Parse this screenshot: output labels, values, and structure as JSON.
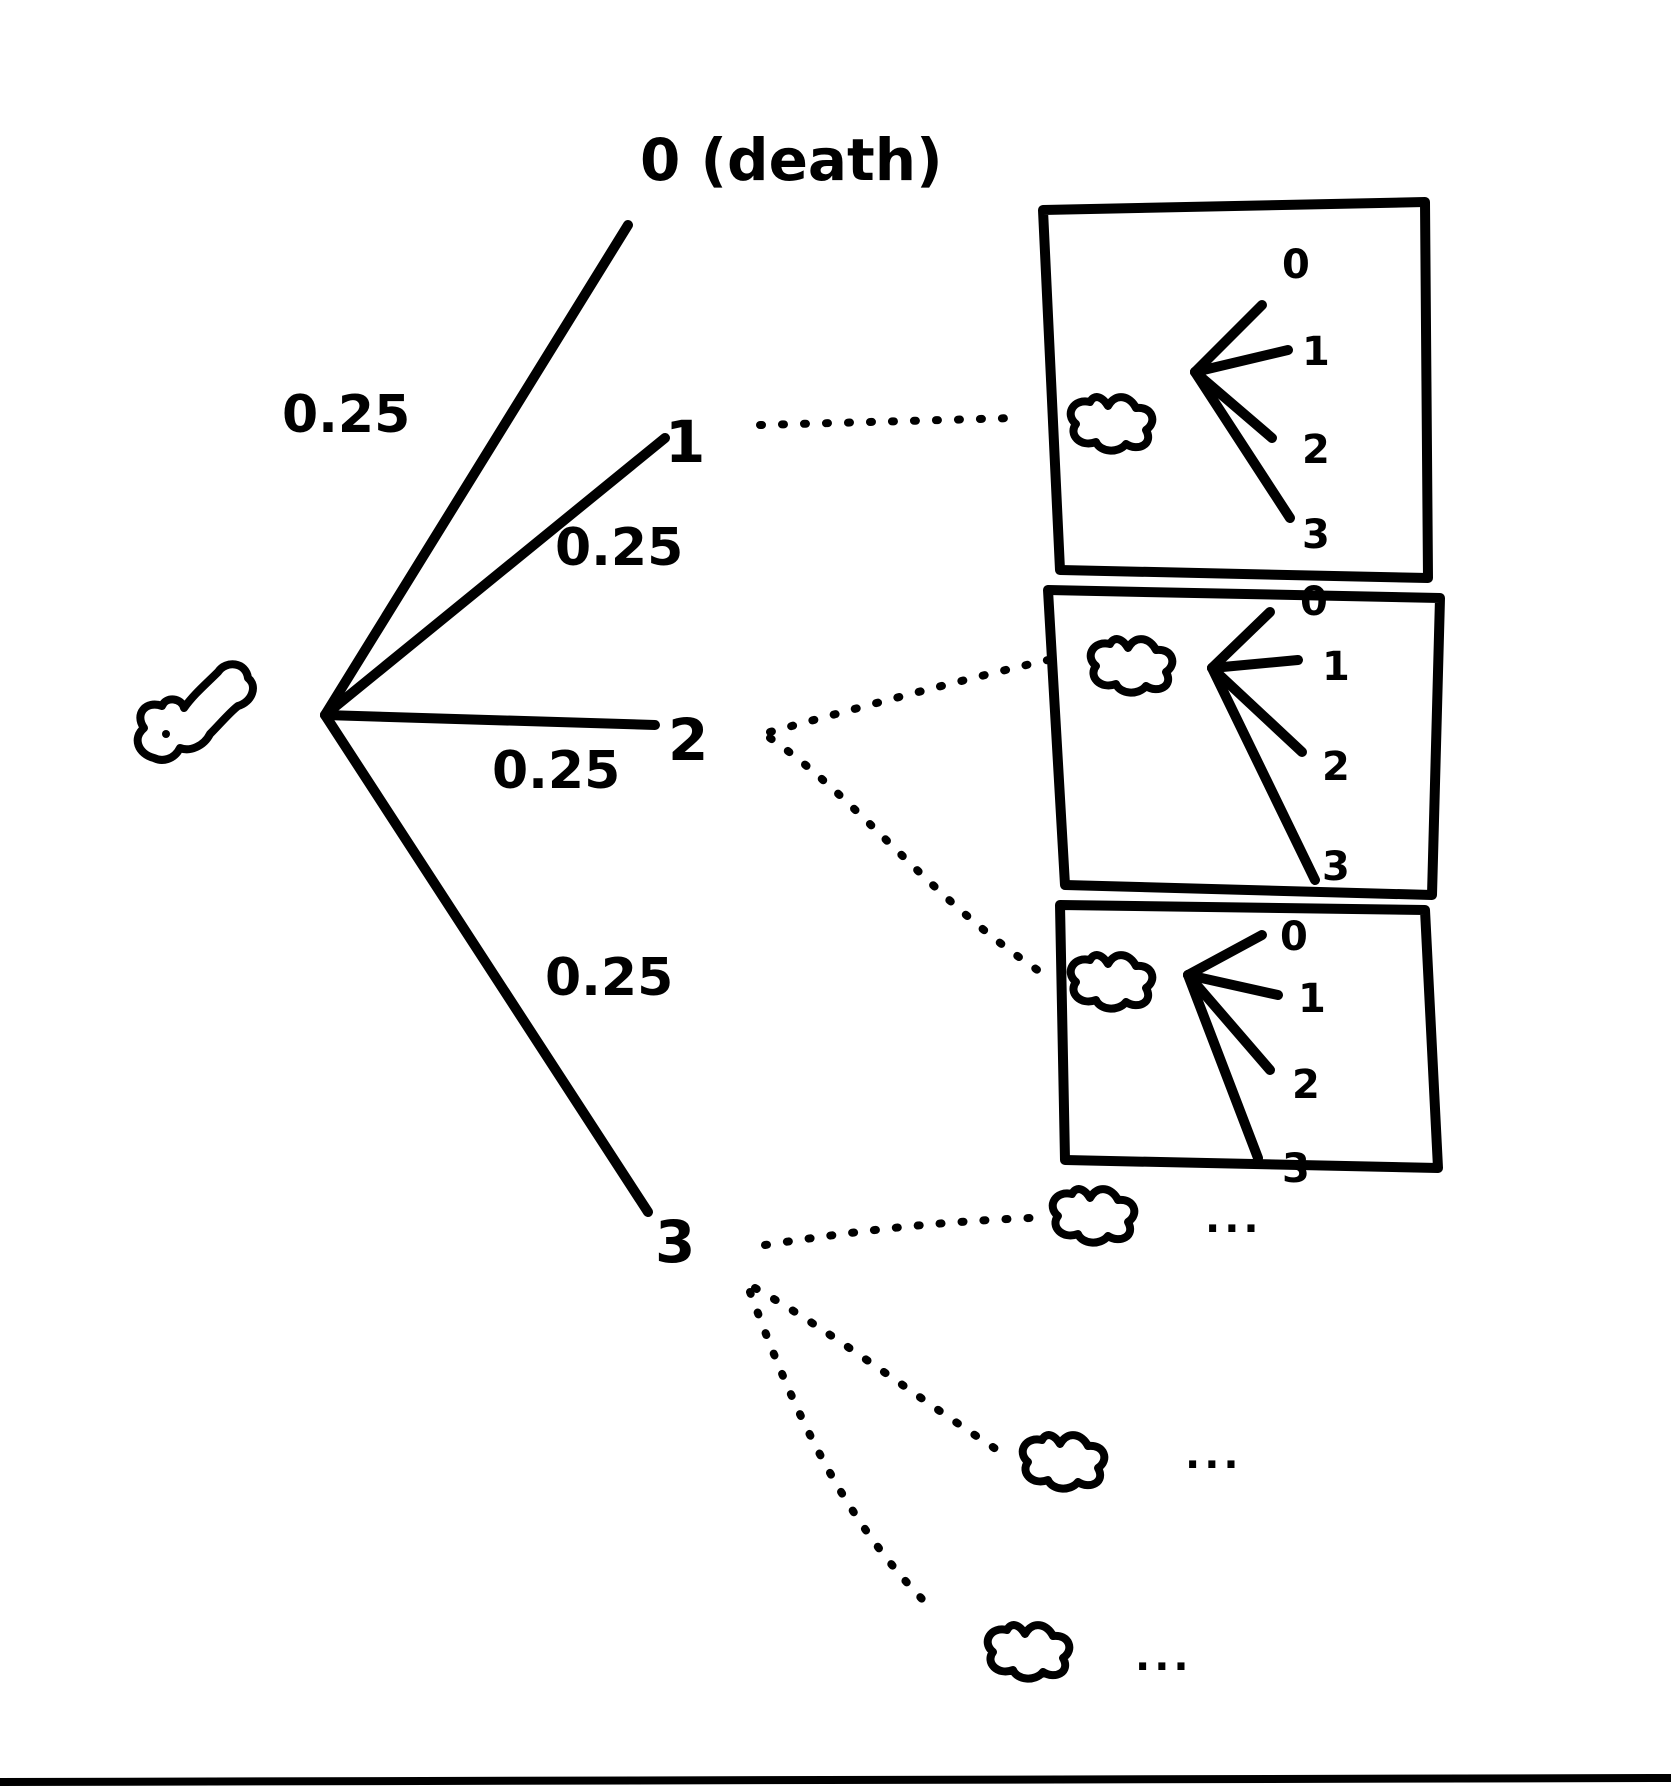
{
  "diagram": {
    "root_outcomes": [
      {
        "label": "0 (death)",
        "probability": "0.25"
      },
      {
        "label": "1",
        "probability": "0.25"
      },
      {
        "label": "2",
        "probability": "0.25"
      },
      {
        "label": "3",
        "probability": "0.25"
      }
    ],
    "subtree_outcomes": [
      "0",
      "1",
      "2",
      "3"
    ],
    "ellipsis": "...",
    "ink_color": "#000000",
    "background_color": "#ffffff",
    "icon": "bacterium-icon"
  }
}
